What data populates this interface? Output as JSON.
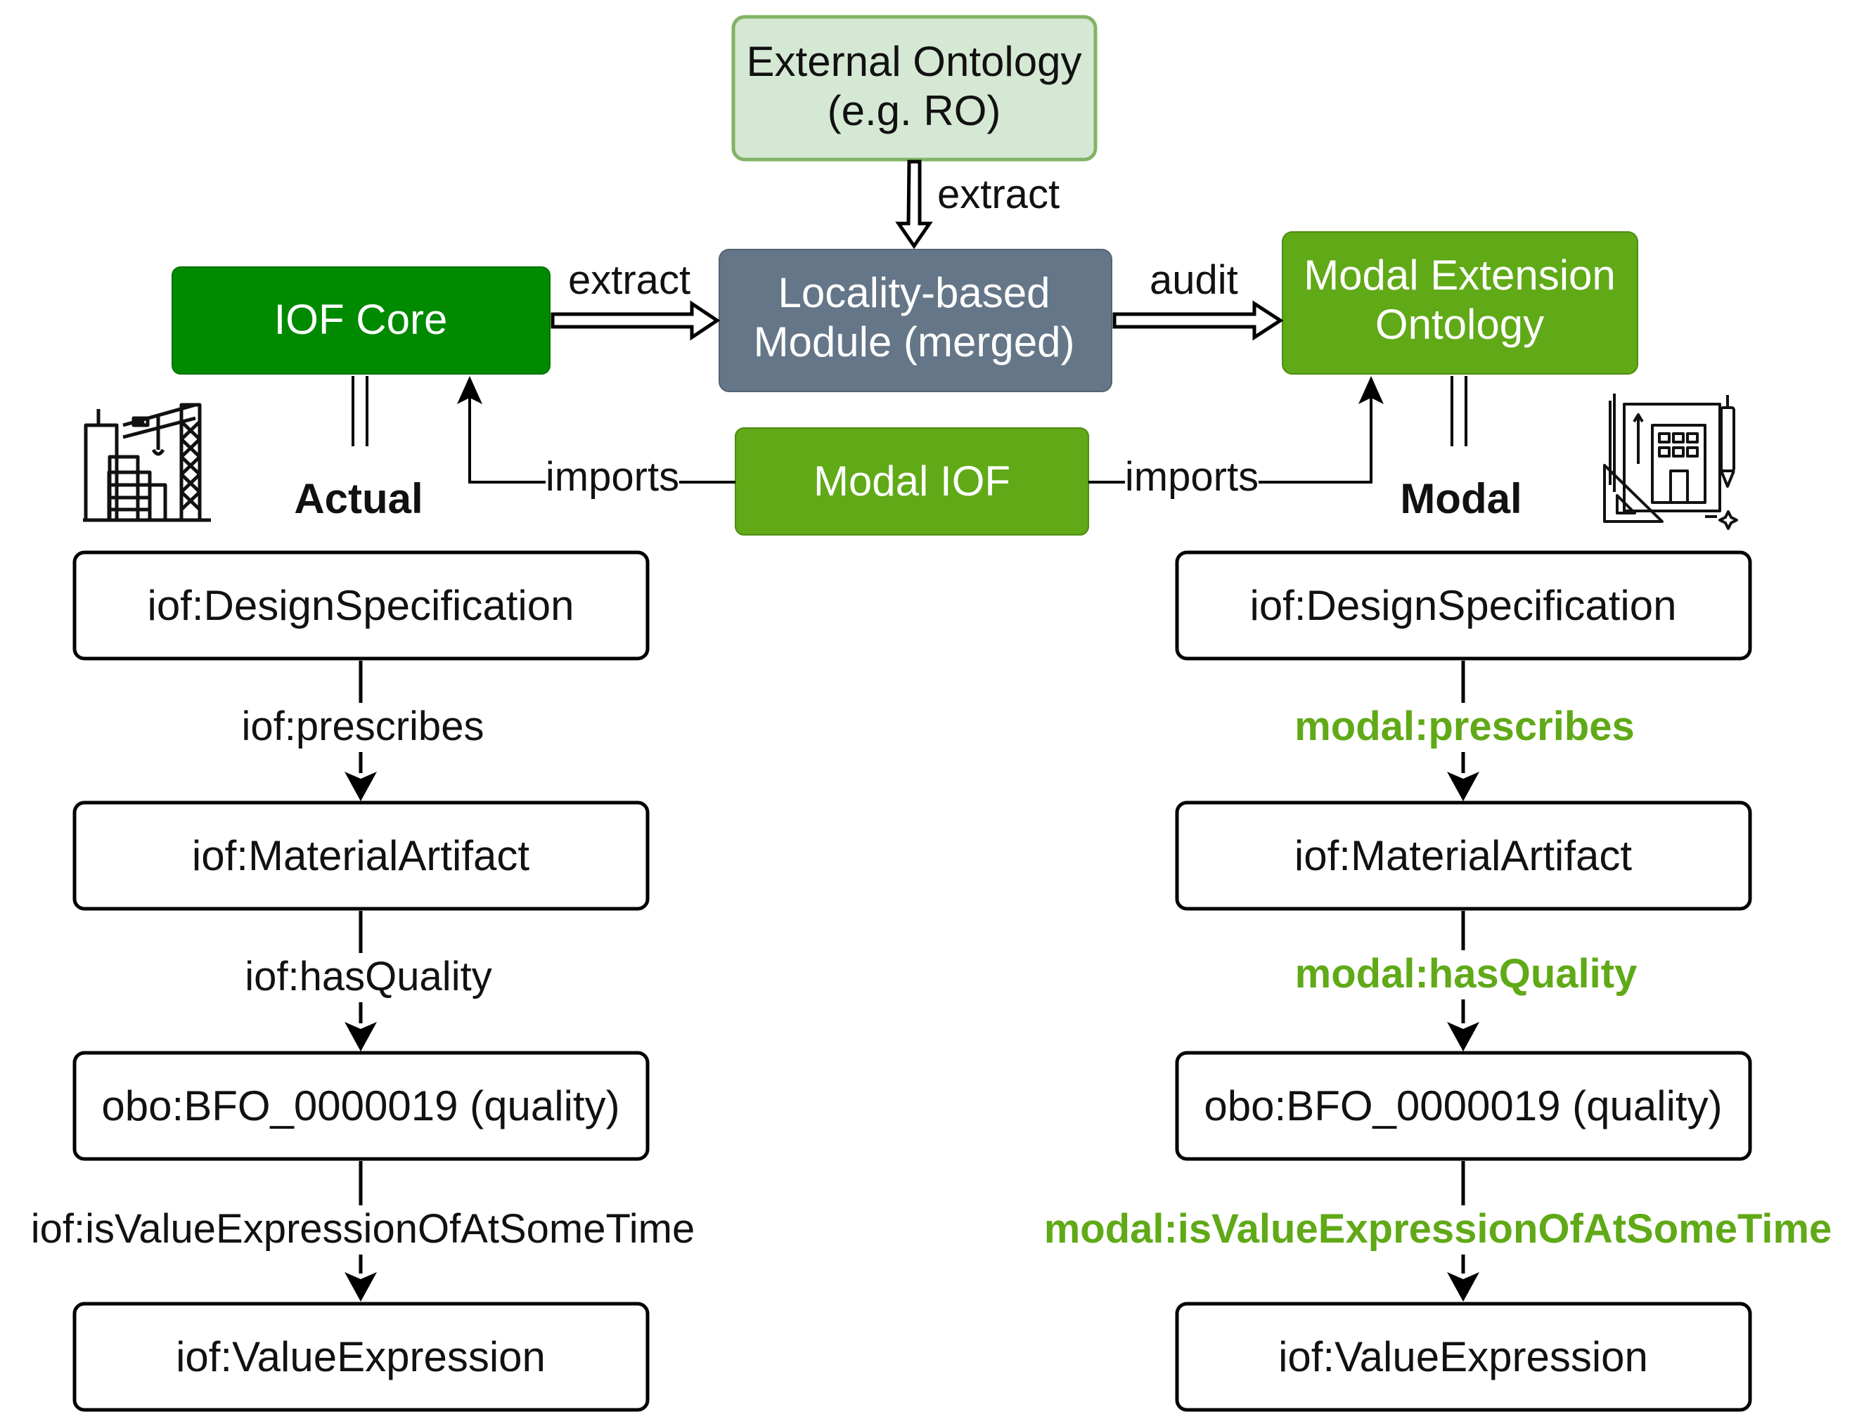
{
  "top": {
    "external_ontology": [
      "External Ontology",
      "(e.g. RO)"
    ],
    "iof_core": "IOF Core",
    "locality_module": [
      "Locality-based",
      "Module (merged)"
    ],
    "modal_extension": [
      "Modal Extension",
      "Ontology"
    ],
    "modal_iof": "Modal IOF"
  },
  "edges": {
    "extract_external": "extract",
    "extract_core": "extract",
    "audit": "audit",
    "imports_left": "imports",
    "imports_right": "imports"
  },
  "actual": {
    "heading": "Actual",
    "icon": "factory-construction-icon",
    "nodes": [
      "iof:DesignSpecification",
      "iof:MaterialArtifact",
      "obo:BFO_0000019 (quality)",
      "iof:ValueExpression"
    ],
    "relations": [
      "iof:prescribes",
      "iof:hasQuality",
      "iof:isValueExpressionOfAtSomeTime"
    ]
  },
  "modal": {
    "heading": "Modal",
    "icon": "building-blueprint-icon",
    "nodes": [
      "iof:DesignSpecification",
      "iof:MaterialArtifact",
      "obo:BFO_0000019 (quality)",
      "iof:ValueExpression"
    ],
    "relations": [
      "modal:prescribes",
      "modal:hasQuality",
      "modal:isValueExpressionOfAtSomeTime"
    ]
  },
  "colors": {
    "external_fill": "#d5e8d4",
    "external_stroke": "#82b366",
    "core_green": "#008a00",
    "module_gray": "#647687",
    "modal_green": "#60a917",
    "modal_text": "#60a917"
  }
}
